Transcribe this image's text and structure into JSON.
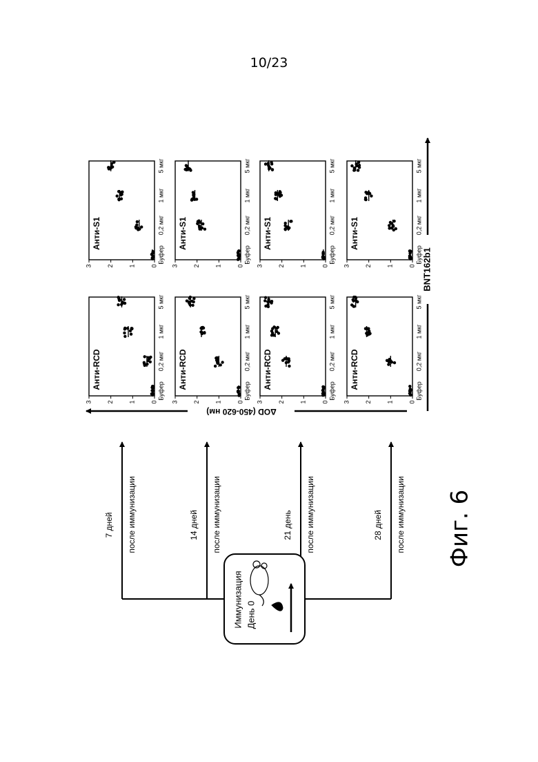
{
  "page_number": "10/23",
  "figure_caption": "Фиг. 6",
  "immunization": {
    "title": "Иммунизация",
    "day": "День 0"
  },
  "timeline": [
    {
      "days": "7 дней",
      "after": "после иммунизации"
    },
    {
      "days": "14 дней",
      "after": "после иммунизации"
    },
    {
      "days": "21 день",
      "after": "после иммунизации"
    },
    {
      "days": "28 дней",
      "after": "после иммунизации"
    }
  ],
  "axis_label": "ΔOD (450-620 нм)",
  "product_label": "BNT162b1",
  "chart_data": {
    "type": "scatter",
    "ylim": [
      0,
      3
    ],
    "yticks": [
      "0",
      "1",
      "2",
      "3"
    ],
    "categories": [
      "Буфер",
      "0,2 мкг",
      "1 мкг",
      "5 мкг"
    ],
    "panels": [
      {
        "title": "Анти-S1",
        "time": "7 дней",
        "group_means": [
          0.1,
          0.7,
          1.6,
          2.0
        ]
      },
      {
        "title": "Анти-RCD",
        "time": "7 дней",
        "group_means": [
          0.1,
          0.35,
          1.2,
          1.5
        ]
      },
      {
        "title": "Анти-S1",
        "time": "14 дней",
        "group_means": [
          0.1,
          1.8,
          2.1,
          2.4
        ]
      },
      {
        "title": "Анти-RCD",
        "time": "14 дней",
        "group_means": [
          0.1,
          1.0,
          1.8,
          2.3
        ]
      },
      {
        "title": "Анти-S1",
        "time": "21 день",
        "group_means": [
          0.1,
          1.7,
          2.2,
          2.6
        ]
      },
      {
        "title": "Анти-RCD",
        "time": "21 день",
        "group_means": [
          0.1,
          1.8,
          2.3,
          2.6
        ]
      },
      {
        "title": "Анти-S1",
        "time": "28 дней",
        "group_means": [
          0.1,
          0.9,
          2.0,
          2.6
        ]
      },
      {
        "title": "Анти-RCD",
        "time": "28 дней",
        "group_means": [
          0.1,
          1.0,
          2.1,
          2.6
        ]
      }
    ]
  }
}
